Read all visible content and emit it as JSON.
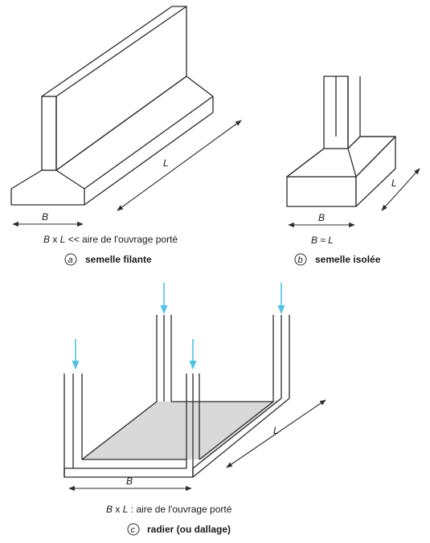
{
  "panel_a": {
    "letter": "a",
    "dim_B": "B",
    "dim_L": "L",
    "formula": "B x L << aire de l'ouvrage porté",
    "caption": "semelle filante"
  },
  "panel_b": {
    "letter": "b",
    "dim_B": "B",
    "dim_L": "L",
    "formula": "B ≈ L",
    "caption": "semelle isolée"
  },
  "panel_c": {
    "letter": "c",
    "dim_B": "B",
    "dim_L": "L",
    "formula": "B x L : aire de l'ouvrage porté",
    "caption": "radier (ou dallage)"
  },
  "colors": {
    "load_arrow": "#4fc3e6",
    "slab_fill": "#d9d9d9",
    "line": "#2b2b2b"
  }
}
